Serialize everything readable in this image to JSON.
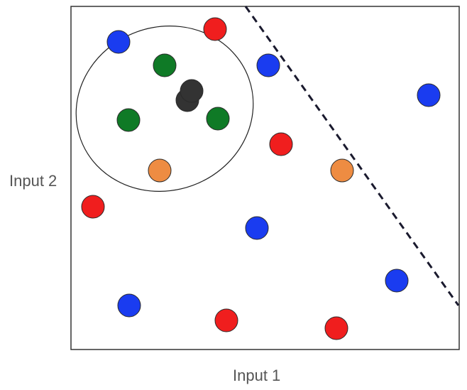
{
  "axes": {
    "x_label": "Input 1",
    "y_label": "Input 2"
  },
  "colors": {
    "red": "#f01e1e",
    "blue": "#1a3cf0",
    "green": "#0f7a26",
    "orange": "#ee8c42",
    "dark": "#333333",
    "boundary": "#1a1a2e",
    "frame": "#333333",
    "outline": "#222222"
  },
  "points": [
    {
      "color": "blue"
    },
    {
      "color": "red"
    },
    {
      "color": "green"
    },
    {
      "color": "blue"
    },
    {
      "color": "blue"
    },
    {
      "color": "green"
    },
    {
      "color": "green"
    },
    {
      "color": "red"
    },
    {
      "color": "orange"
    },
    {
      "color": "orange"
    },
    {
      "color": "red"
    },
    {
      "color": "blue"
    },
    {
      "color": "blue"
    },
    {
      "color": "blue"
    },
    {
      "color": "red"
    },
    {
      "color": "red"
    },
    {
      "color": "dark"
    },
    {
      "color": "dark"
    }
  ]
}
